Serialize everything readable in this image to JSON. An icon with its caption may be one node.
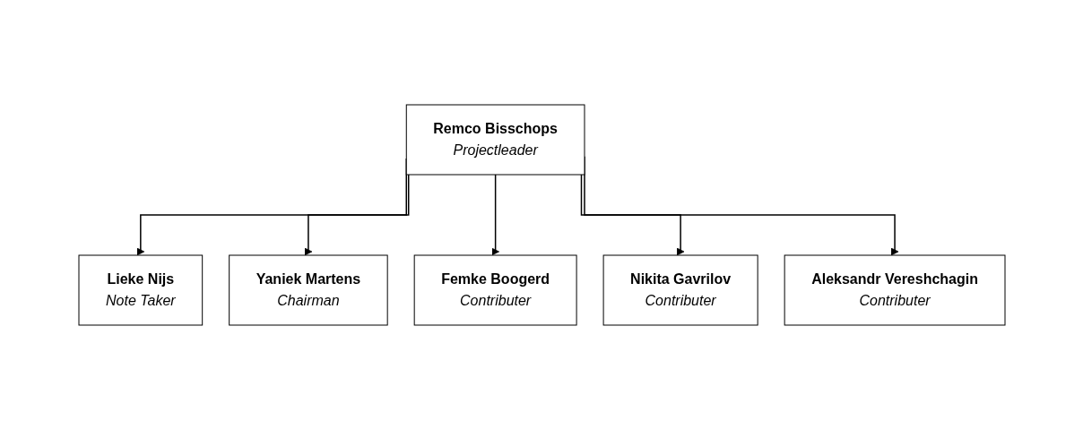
{
  "diagram": {
    "nodes": [
      {
        "text": [
          "Remco Bisschops",
          "Projectleader"
        ]
      },
      {
        "text": [
          "Lieke Nijs",
          "Note Taker"
        ]
      },
      {
        "text": [
          "Yaniek Martens",
          "Chairman"
        ]
      },
      {
        "text": [
          "Femke Boogerd",
          "Contributer"
        ]
      },
      {
        "text": [
          "Nikita Gavrilov",
          "Contributer"
        ]
      },
      {
        "text": [
          "Aleksandr Vereshchagin",
          "Contributer"
        ]
      }
    ],
    "edges": [
      {
        "from": 0,
        "to": 1,
        "arrow": "to"
      },
      {
        "from": 0,
        "to": 2,
        "arrow": "to"
      },
      {
        "from": 0,
        "to": 3,
        "arrow": "to"
      },
      {
        "from": 0,
        "to": 4,
        "arrow": "to"
      },
      {
        "from": 0,
        "to": 5,
        "arrow": "to"
      }
    ]
  }
}
